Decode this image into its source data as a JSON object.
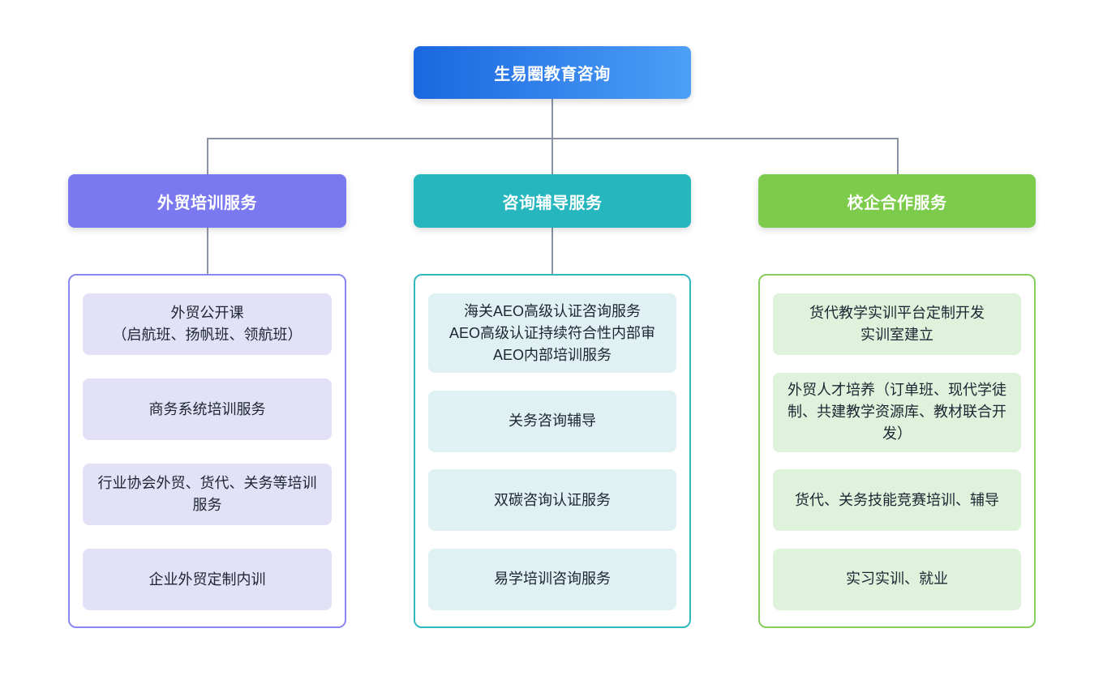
{
  "root": {
    "label": "生易圈教育咨询"
  },
  "columns": [
    {
      "header": "外贸培训服务",
      "items": [
        {
          "text": "外贸公开课\n（启航班、扬帆班、领航班）"
        },
        {
          "text": "商务系统培训服务"
        },
        {
          "text": "行业协会外贸、货代、关务等培训服务"
        },
        {
          "text": "企业外贸定制内训"
        }
      ]
    },
    {
      "header": "咨询辅导服务",
      "items": [
        {
          "text": "海关AEO高级认证咨询服务\nAEO高级认证持续符合性内部审\nAEO内部培训服务"
        },
        {
          "text": "关务咨询辅导"
        },
        {
          "text": "双碳咨询认证服务"
        },
        {
          "text": "易学培训咨询服务"
        }
      ]
    },
    {
      "header": "校企合作服务",
      "items": [
        {
          "text": "货代教学实训平台定制开发\n实训室建立"
        },
        {
          "text": "外贸人才培养（订单班、现代学徒制、共建教学资源库、教材联合开发）"
        },
        {
          "text": "货代、关务技能竞赛培训、辅导"
        },
        {
          "text": "实习实训、就业"
        }
      ]
    }
  ],
  "theme": {
    "root_gradient_start": "#1a67e0",
    "root_gradient_end": "#4d9ff6",
    "col1_header_bg": "#7b79ef",
    "col1_border": "#8987f2",
    "col1_item_bg": "#e3e1f8",
    "col2_header_bg": "#26b6bd",
    "col2_border": "#2fb9bf",
    "col2_item_bg": "#dff1f2",
    "col3_header_bg": "#7dcb4b",
    "col3_border": "#86cd5c",
    "col3_item_bg": "#dff2db",
    "connector": "#8a93a3",
    "text": "#1d2533",
    "header_text": "#ffffff",
    "page_bg": "#ffffff"
  }
}
